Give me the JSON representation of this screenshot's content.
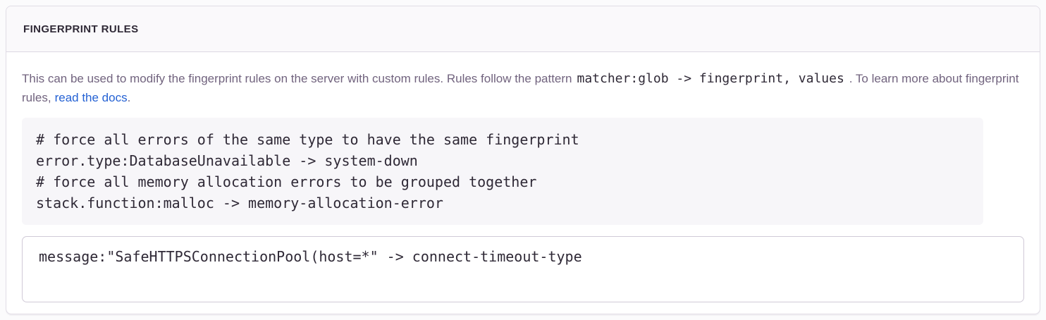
{
  "panel": {
    "title": "FINGERPRINT RULES"
  },
  "description": {
    "before_code": "This can be used to modify the fingerprint rules on the server with custom rules. Rules follow the pattern",
    "inline_code": "matcher:glob -> fingerprint, values",
    "after_code": ". To learn more about fingerprint rules,",
    "link_label": "read the docs",
    "after_link": "."
  },
  "example": {
    "code": "# force all errors of the same type to have the same fingerprint\nerror.type:DatabaseUnavailable -> system-down\n# force all memory allocation errors to be grouped together\nstack.function:malloc -> memory-allocation-error"
  },
  "field": {
    "value": "message:\"SafeHTTPSConnectionPool(host=*\" -> connect-timeout-type"
  },
  "colors": {
    "link_blue": "#2562d4",
    "header_bg": "#faf9fb",
    "panel_border": "#e0dce5",
    "code_block_bg": "#f7f6f9",
    "text_dark": "#2f2936",
    "text_muted": "#71637e",
    "textarea_border": "#d0cad7"
  }
}
